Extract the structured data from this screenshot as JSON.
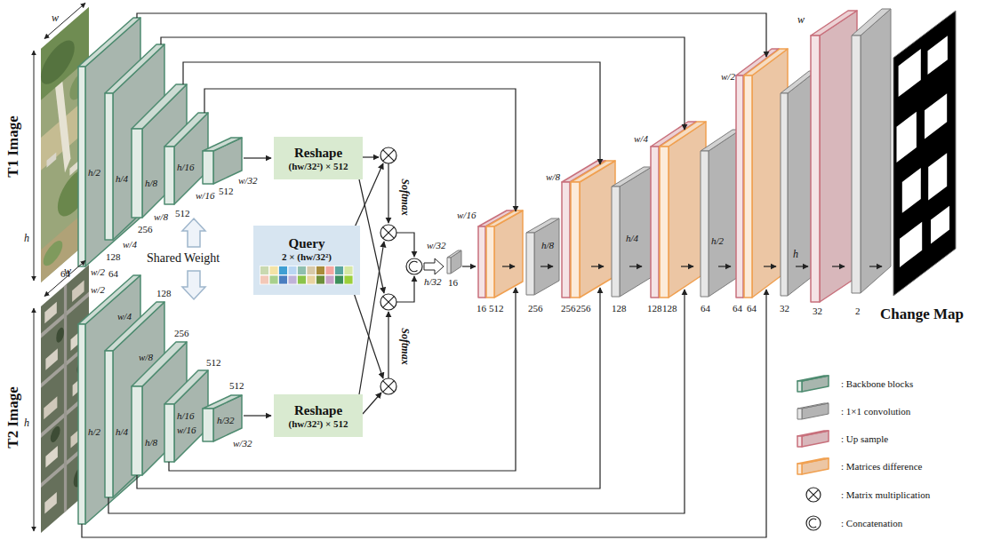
{
  "diagram": {
    "nodes": [
      {
        "text": [
          "Reshape",
          "(hw/32²) × 512"
        ]
      },
      {
        "text": [
          "Query",
          "2 × (hw/32²)"
        ]
      },
      {
        "text": [
          "Reshape",
          "(hw/32²) × 512"
        ]
      }
    ],
    "labels": [
      "T1 Image",
      "w",
      "h",
      "h/2",
      "64",
      "w/2",
      "128",
      "h/4",
      "w/4",
      "256",
      "h/8",
      "w/8",
      "512",
      "h/16",
      "w/16",
      "512",
      "w/32",
      "T2 Image",
      "w",
      "h",
      "64",
      "w/2",
      "h/2",
      "128",
      "w/4",
      "h/4",
      "256",
      "w/8",
      "h/8",
      "512",
      "h/16",
      "w/16",
      "512",
      "h/32",
      "w/32",
      "Shared Weight",
      "Softmax",
      "Softmax",
      "w/32",
      "h/32",
      "16",
      "w/16",
      "16",
      "512",
      "256",
      "h/8",
      "w/8",
      "256",
      "256",
      "128",
      "h/4",
      "w/4",
      "128",
      "128",
      "64",
      "h/2",
      "w/2",
      "64",
      "64",
      "32",
      "h",
      "w",
      "32",
      "2",
      "Change Map"
    ],
    "legend": [
      {
        "text": ": Backbone blocks",
        "color": "#a8b6ae"
      },
      {
        "text": ": 1×1 convolution",
        "color": "#b4b4b4"
      },
      {
        "text": ": Up sample",
        "color": "#d8b7bb"
      },
      {
        "text": ": Matrices difference",
        "color": "#ecc6a4"
      },
      {
        "text": ": Matrix multiplication"
      },
      {
        "text": ": Concatenation"
      }
    ]
  }
}
